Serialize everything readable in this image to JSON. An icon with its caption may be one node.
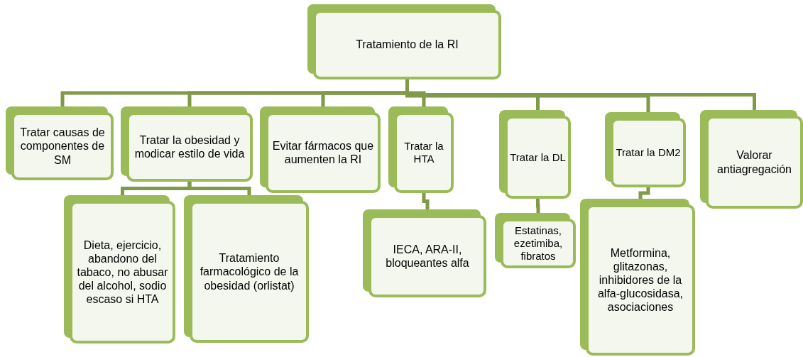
{
  "diagram": {
    "nodes": [
      {
        "text": [
          "Tratamiento de la RI"
        ]
      },
      {
        "text": [
          "Tratar causas de componentes de SM"
        ]
      },
      {
        "text": [
          "Tratar la obesidad y modicar estilo de vida"
        ]
      },
      {
        "text": [
          "Evitar fármacos que aumenten la RI"
        ]
      },
      {
        "text": [
          "Tratar la HTA"
        ]
      },
      {
        "text": [
          "Tratar la DL"
        ]
      },
      {
        "text": [
          "Tratar la DM2"
        ]
      },
      {
        "text": [
          "Valorar antiagregación"
        ]
      },
      {
        "text": [
          "Dieta, ejercicio, abandono del tabaco, no abusar del alcohol, sodio escaso si HTA"
        ]
      },
      {
        "text": [
          "Tratamiento farmacológico de la obesidad (orlistat)"
        ]
      },
      {
        "text": [
          "IECA, ARA-II, bloqueantes alfa"
        ]
      },
      {
        "text": [
          "Estatinas, ezetimiba, fibratos"
        ]
      },
      {
        "text": [
          "Metformina, glitazonas, inhibidores de la alfa-glucosidasa, asociaciones"
        ]
      }
    ],
    "edges": [
      {
        "from": 0,
        "to": 1,
        "arrow": "none"
      },
      {
        "from": 0,
        "to": 2,
        "arrow": "none"
      },
      {
        "from": 0,
        "to": 3,
        "arrow": "none"
      },
      {
        "from": 0,
        "to": 4,
        "arrow": "none"
      },
      {
        "from": 0,
        "to": 5,
        "arrow": "none"
      },
      {
        "from": 0,
        "to": 6,
        "arrow": "none"
      },
      {
        "from": 0,
        "to": 7,
        "arrow": "none"
      },
      {
        "from": 2,
        "to": 8,
        "arrow": "none"
      },
      {
        "from": 2,
        "to": 9,
        "arrow": "none"
      },
      {
        "from": 4,
        "to": 10,
        "arrow": "none"
      },
      {
        "from": 5,
        "to": 11,
        "arrow": "none"
      },
      {
        "from": 6,
        "to": 12,
        "arrow": "none"
      }
    ]
  }
}
